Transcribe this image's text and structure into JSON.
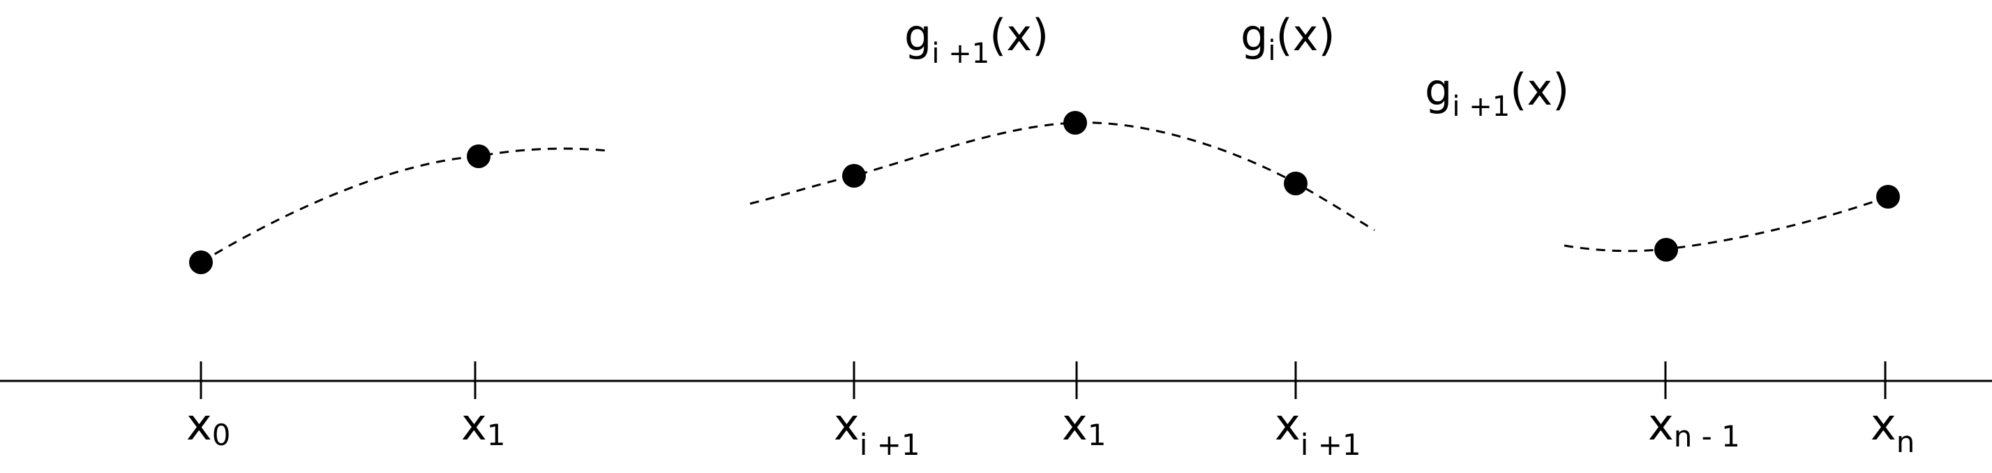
{
  "axis_labels": [
    {
      "base": "x",
      "sub": "0"
    },
    {
      "base": "x",
      "sub": "1"
    },
    {
      "base": "x",
      "sub": "i +1"
    },
    {
      "base": "x",
      "sub": "1"
    },
    {
      "base": "x",
      "sub": "i +1"
    },
    {
      "base": "x",
      "sub": "n - 1"
    },
    {
      "base": "x",
      "sub": "n"
    }
  ],
  "function_labels": [
    {
      "base": "g",
      "sub": "i +1",
      "suffix": "(x)"
    },
    {
      "base": "g",
      "sub": "i",
      "suffix": "(x)"
    },
    {
      "base": "g",
      "sub": "i +1",
      "suffix": "(x)"
    }
  ]
}
